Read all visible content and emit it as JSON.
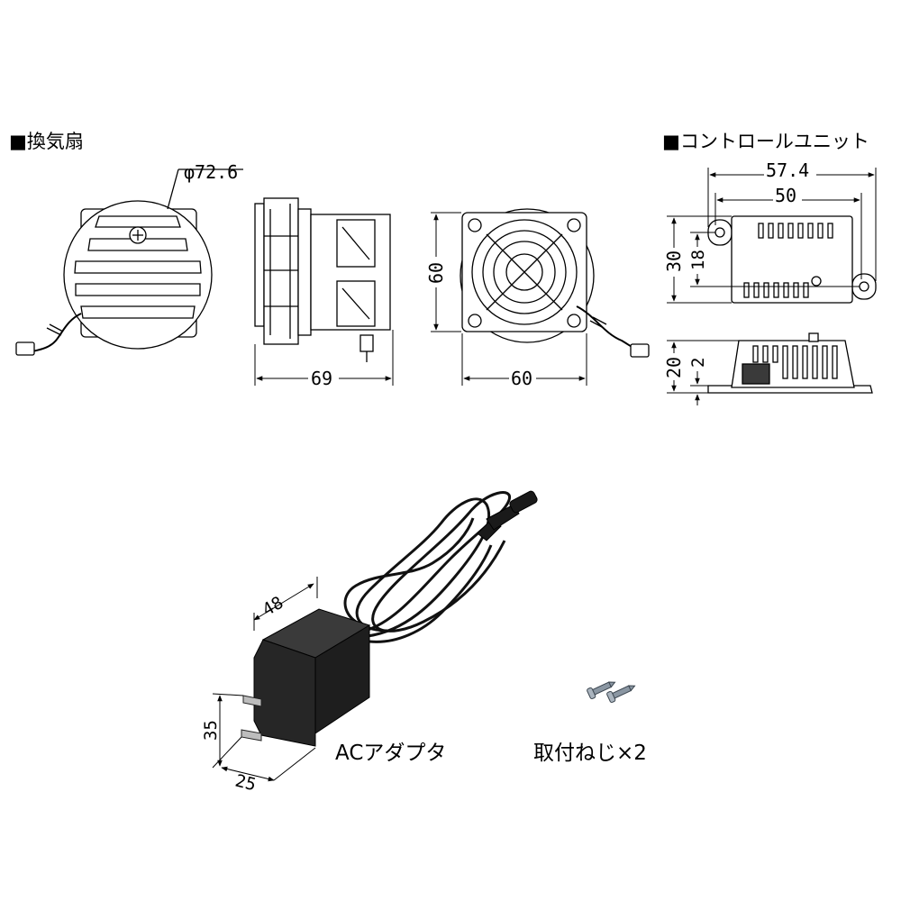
{
  "sections": {
    "fan_title": "■換気扇",
    "control_title": "■コントロールユニット"
  },
  "dimensions": {
    "fan_diameter": "φ72.6",
    "fan_depth": "69",
    "fan_height": "60",
    "fan_width": "60",
    "unit_total_width": "57.4",
    "unit_body_width": "50",
    "unit_height": "30",
    "unit_hole_pitch": "18",
    "unit_side_height": "20",
    "unit_flange": "2",
    "adapter_depth": "48",
    "adapter_height": "35",
    "adapter_width": "25"
  },
  "captions": {
    "ac_adapter": "ACアダプタ",
    "screws": "取付ねじ×2"
  },
  "colors": {
    "line": "#000000",
    "adapter_body": "#222222",
    "screw": "#7d8a96"
  }
}
